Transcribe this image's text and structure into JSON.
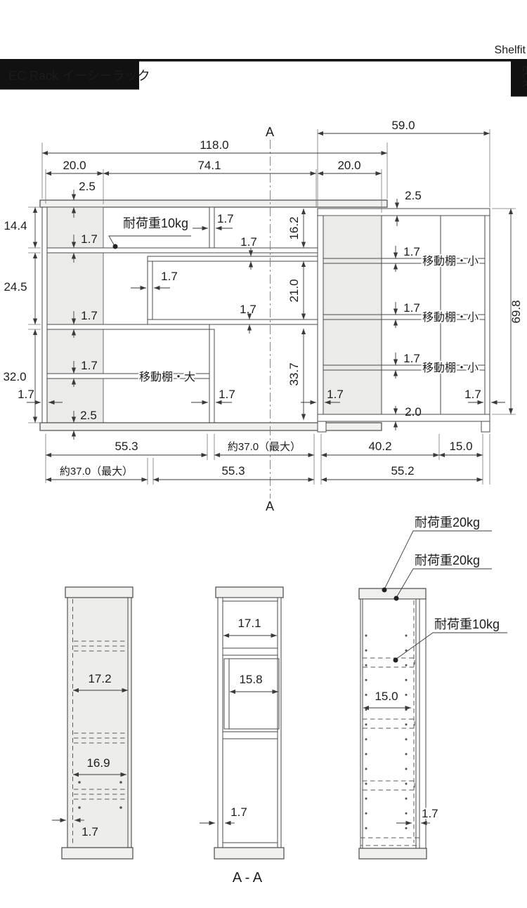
{
  "header": {
    "brand": "Shelfit",
    "product_title": "EC Rack イーシーラック",
    "category_tab": "ECR"
  },
  "section": {
    "marker": "A",
    "cut_label": "A - A"
  },
  "front_view": {
    "width_total": "118.0",
    "width_right_unit": "59.0",
    "width_end_cell": "20.0",
    "width_center": "74.1",
    "board_thickness": "2.5",
    "panel_thickness": "1.7",
    "base_thickness": "2.0",
    "height_top_cell": "14.4",
    "height_middle_cell": "24.5",
    "height_bottom_cell": "32.0",
    "height_inner_top": "16.2",
    "height_inner_middle": "21.0",
    "height_inner_bottom": "33.7",
    "height_right_unit": "69.8",
    "width_shelf": "55.3",
    "width_extension_max": "約37.0（最大）",
    "width_right_inner": "40.2",
    "width_right_column": "15.0",
    "width_right_unit_inner": "55.2",
    "label_load_10kg": "耐荷重10kg",
    "label_shelf_large": "移動棚・大",
    "label_shelf_small": "移動棚・小"
  },
  "section_views": {
    "left": {
      "inner_width_upper": "17.2",
      "inner_width_lower": "16.9",
      "panel_thickness": "1.7"
    },
    "middle": {
      "inner_width_upper": "17.1",
      "inner_width_lower": "15.8",
      "panel_thickness": "1.7"
    },
    "right": {
      "inner_width": "15.0",
      "panel_thickness": "1.7",
      "label_load_20kg": "耐荷重20kg",
      "label_load_10kg": "耐荷重10kg"
    }
  }
}
